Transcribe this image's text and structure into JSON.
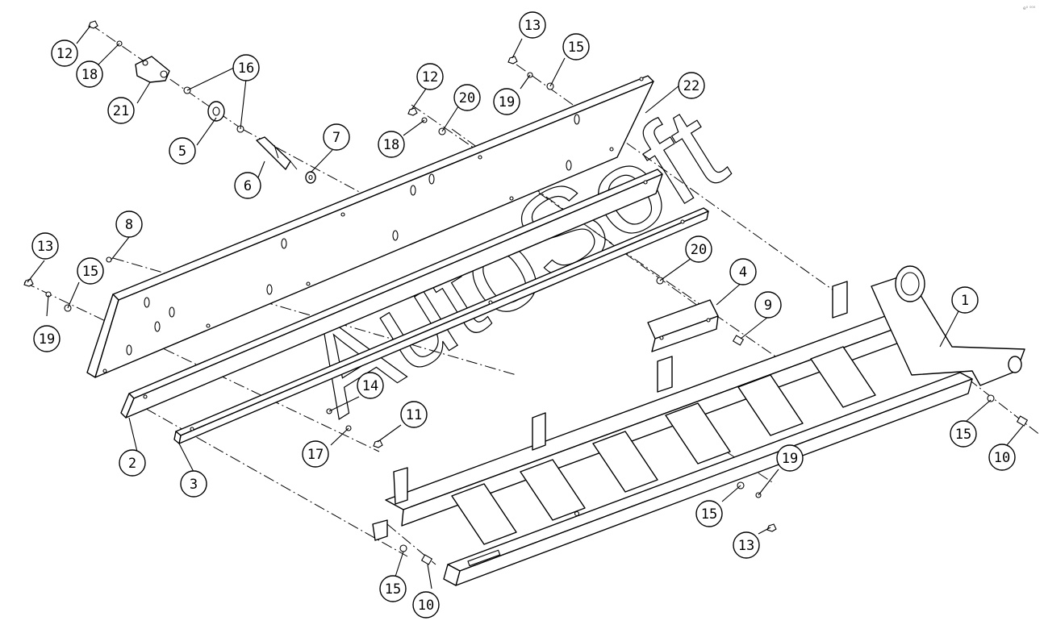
{
  "watermark": "AutoSoft",
  "corner_mark": "e⁰ ⁰⁰⁰",
  "callouts": [
    {
      "id": "c12a",
      "label": "12"
    },
    {
      "id": "c18a",
      "label": "18"
    },
    {
      "id": "c21",
      "label": "21"
    },
    {
      "id": "c16",
      "label": "16"
    },
    {
      "id": "c5",
      "label": "5"
    },
    {
      "id": "c6",
      "label": "6"
    },
    {
      "id": "c7",
      "label": "7"
    },
    {
      "id": "c12b",
      "label": "12"
    },
    {
      "id": "c18b",
      "label": "18"
    },
    {
      "id": "c20a",
      "label": "20"
    },
    {
      "id": "c13a",
      "label": "13"
    },
    {
      "id": "c19a",
      "label": "19"
    },
    {
      "id": "c15a",
      "label": "15"
    },
    {
      "id": "c22",
      "label": "22"
    },
    {
      "id": "c13b",
      "label": "13"
    },
    {
      "id": "c8",
      "label": "8"
    },
    {
      "id": "c15b",
      "label": "15"
    },
    {
      "id": "c19b",
      "label": "19"
    },
    {
      "id": "c20b",
      "label": "20"
    },
    {
      "id": "c4",
      "label": "4"
    },
    {
      "id": "c9",
      "label": "9"
    },
    {
      "id": "c1",
      "label": "1"
    },
    {
      "id": "c14",
      "label": "14"
    },
    {
      "id": "c11",
      "label": "11"
    },
    {
      "id": "c17",
      "label": "17"
    },
    {
      "id": "c2",
      "label": "2"
    },
    {
      "id": "c3",
      "label": "3"
    },
    {
      "id": "c15c",
      "label": "15"
    },
    {
      "id": "c10a",
      "label": "10"
    },
    {
      "id": "c19c",
      "label": "19"
    },
    {
      "id": "c15d",
      "label": "15"
    },
    {
      "id": "c13c",
      "label": "13"
    },
    {
      "id": "c15e",
      "label": "15"
    },
    {
      "id": "c10b",
      "label": "10"
    }
  ]
}
